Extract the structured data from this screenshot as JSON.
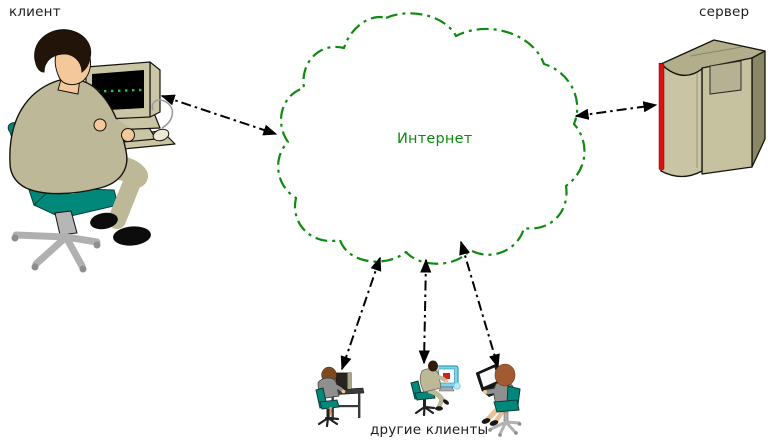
{
  "diagram": {
    "type": "network-diagram",
    "nodes": [
      {
        "id": "client",
        "label": "клиент"
      },
      {
        "id": "internet",
        "label": "Интернет"
      },
      {
        "id": "server",
        "label": "сервер"
      },
      {
        "id": "other-clients",
        "label": "другие клиенты"
      }
    ],
    "edges": [
      {
        "from": "client",
        "to": "internet",
        "bidirectional": true,
        "style": "dash-dot"
      },
      {
        "from": "server",
        "to": "internet",
        "bidirectional": true,
        "style": "dash-dot"
      },
      {
        "from": "other-client-1",
        "to": "internet",
        "bidirectional": true,
        "style": "dash-dot"
      },
      {
        "from": "other-client-2",
        "to": "internet",
        "bidirectional": true,
        "style": "dash-dot"
      },
      {
        "from": "other-client-3",
        "to": "internet",
        "bidirectional": true,
        "style": "dash-dot"
      }
    ],
    "colors": {
      "background": "#ffffff",
      "cloud-green": "#0e8a0e",
      "label-text": "#1d1d1d",
      "arrow-black": "#000000",
      "chair-teal": "#00887a",
      "chair-base-gray": "#b2b2b2",
      "clothes-khaki": "#bdb897",
      "clothes-gray": "#8f8f8f",
      "skin": "#f5c89b",
      "hair-dark": "#221409",
      "hair-brown": "#7c4a22",
      "hair-auburn": "#a05c30",
      "computer-beige": "#c9c5a5",
      "screen-black": "#000000",
      "screen-dot-green": "#22c244",
      "server-front": "#c6c2a0",
      "server-side": "#8a8766",
      "server-top": "#b2ae8b",
      "server-stripe-red": "#dd1111",
      "mini-monitor-cyan": "#7dd4f0"
    }
  }
}
